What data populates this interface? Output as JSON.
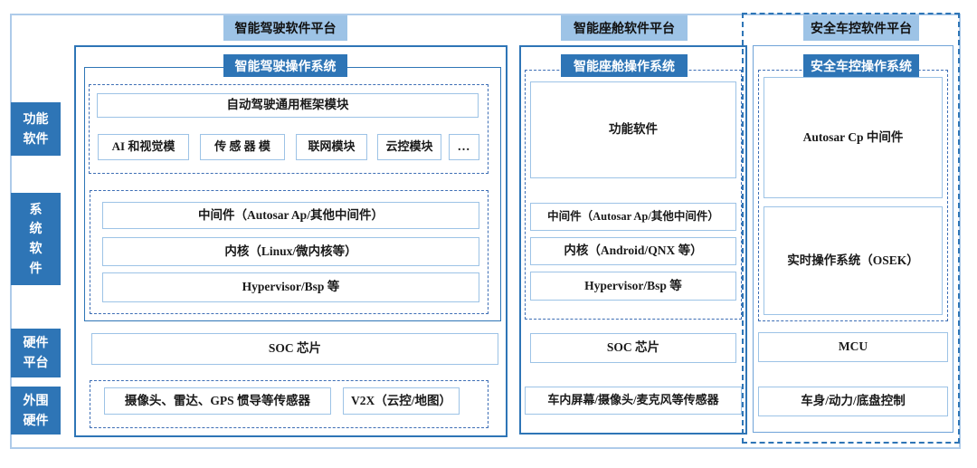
{
  "colors": {
    "header_light_bg": "#9DC3E6",
    "header_dark_bg": "#2E75B6",
    "row_label_bg": "#2E75B6",
    "solid_border": "#2E75B6",
    "dashed_border": "#3D6EB5",
    "light_box_border": "#9DC3E6",
    "outer_frame_border": "#AECBEA"
  },
  "row_labels": [
    {
      "label": "功能\n软件"
    },
    {
      "label": "系\n统\n软\n件"
    },
    {
      "label": "硬件\n平台"
    },
    {
      "label": "外围\n硬件"
    }
  ],
  "columns": [
    {
      "platform": "智能驾驶软件平台",
      "os": "智能驾驶操作系统",
      "functional": {
        "framework": "自动驾驶通用框架模块",
        "modules": [
          "AI 和视觉模",
          "传 感 器 模",
          "联网模块",
          "云控模块",
          "…"
        ]
      },
      "system": [
        "中间件（Autosar Ap/其他中间件）",
        "内核（Linux/微内核等）",
        "Hypervisor/Bsp 等"
      ],
      "hardware": "SOC 芯片",
      "peripherals": [
        "摄像头、雷达、GPS 惯导等传感器",
        "V2X（云控/地图）"
      ]
    },
    {
      "platform": "智能座舱软件平台",
      "os": "智能座舱操作系统",
      "functional": "功能软件",
      "system": [
        "中间件（Autosar Ap/其他中间件）",
        "内核（Android/QNX 等）",
        "Hypervisor/Bsp 等"
      ],
      "hardware": "SOC 芯片",
      "peripherals": "车内屏幕/摄像头/麦克风等传感器"
    },
    {
      "platform": "安全车控软件平台",
      "os": "安全车控操作系统",
      "system": [
        "Autosar Cp 中间件",
        "实时操作系统（OSEK）"
      ],
      "hardware": "MCU",
      "peripherals": "车身/动力/底盘控制"
    }
  ]
}
